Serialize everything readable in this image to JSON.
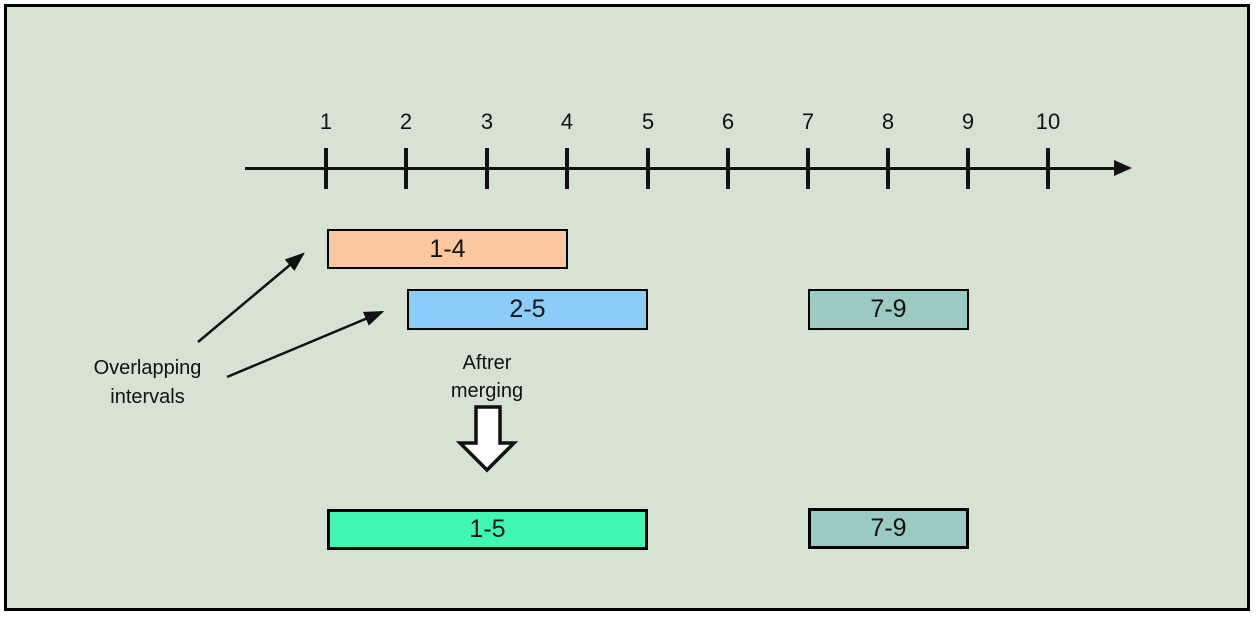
{
  "diagram": {
    "canvas_color": "#d6e3d2",
    "line_color": "#111111",
    "number_line": {
      "ticks": [
        "1",
        "2",
        "3",
        "4",
        "5",
        "6",
        "7",
        "8",
        "9",
        "10"
      ]
    },
    "overlapping": {
      "caption": {
        "line1": "Overlapping",
        "line2": "intervals"
      },
      "bars": [
        {
          "label": "1-4",
          "start": 1,
          "end": 4,
          "color": "#fcc79c"
        },
        {
          "label": "2-5",
          "start": 2,
          "end": 5,
          "color": "#8bcdf9"
        },
        {
          "label": "7-9",
          "start": 7,
          "end": 9,
          "color": "#9bcac2"
        }
      ]
    },
    "merge": {
      "caption": {
        "line1": "Aftrer",
        "line2": "merging"
      },
      "bars": [
        {
          "label": "1-5",
          "start": 1,
          "end": 5,
          "color": "#40f8b2"
        },
        {
          "label": "7-9",
          "start": 7,
          "end": 9,
          "color": "#9bcac2"
        }
      ]
    }
  }
}
